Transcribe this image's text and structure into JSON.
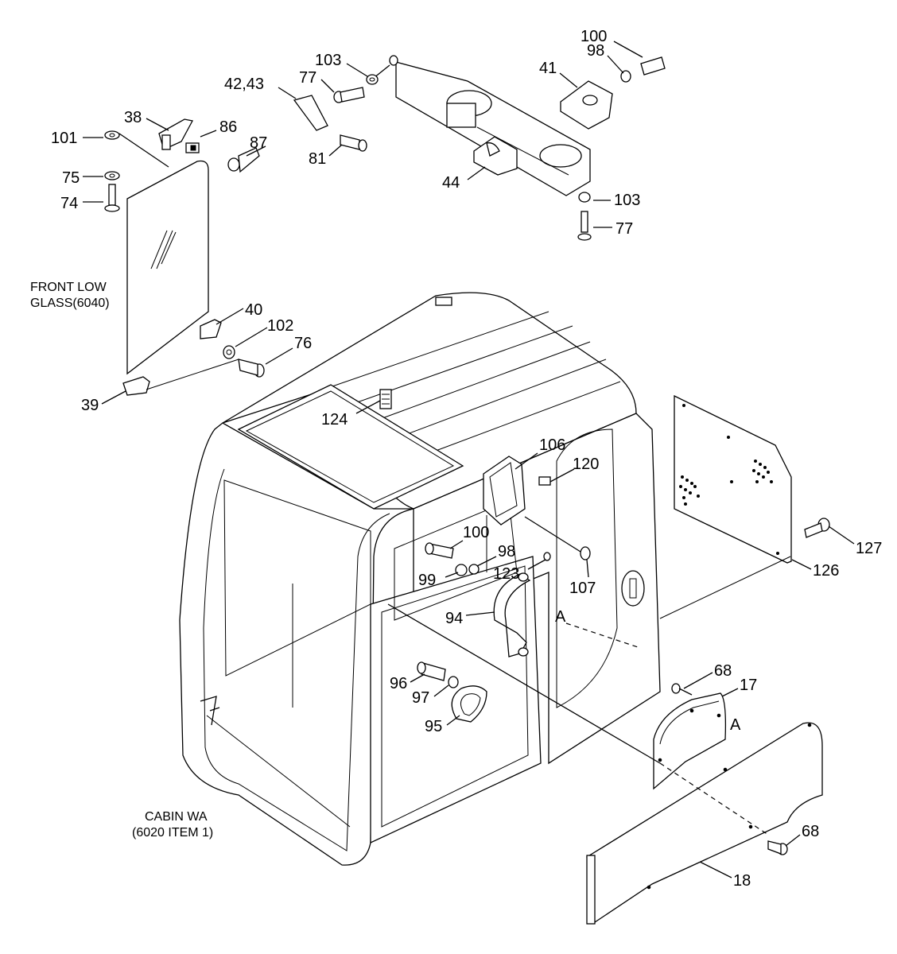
{
  "diagram": {
    "notes": {
      "front_low_glass_line1": "FRONT LOW",
      "front_low_glass_line2": "GLASS(6040)",
      "cabin_wa_line1": "CABIN WA",
      "cabin_wa_line2": "(6020 ITEM 1)"
    },
    "callouts": {
      "c100_top": "100",
      "c98_top": "98",
      "c41": "41",
      "c103_top": "103",
      "c77_top": "77",
      "c42_43": "42,43",
      "c81": "81",
      "c44": "44",
      "c103_right": "103",
      "c77_right": "77",
      "c38": "38",
      "c86": "86",
      "c87": "87",
      "c101": "101",
      "c75": "75",
      "c74": "74",
      "c40": "40",
      "c102": "102",
      "c76": "76",
      "c39": "39",
      "c124": "124",
      "c106": "106",
      "c120": "120",
      "c127": "127",
      "c126": "126",
      "c100_mid": "100",
      "c98_mid": "98",
      "c99": "99",
      "c123": "123",
      "c107": "107",
      "cA_left": "A",
      "c94": "94",
      "c68_top": "68",
      "c17": "17",
      "cA_right": "A",
      "c96": "96",
      "c97": "97",
      "c95": "95",
      "c68_bottom": "68",
      "c18": "18"
    }
  }
}
